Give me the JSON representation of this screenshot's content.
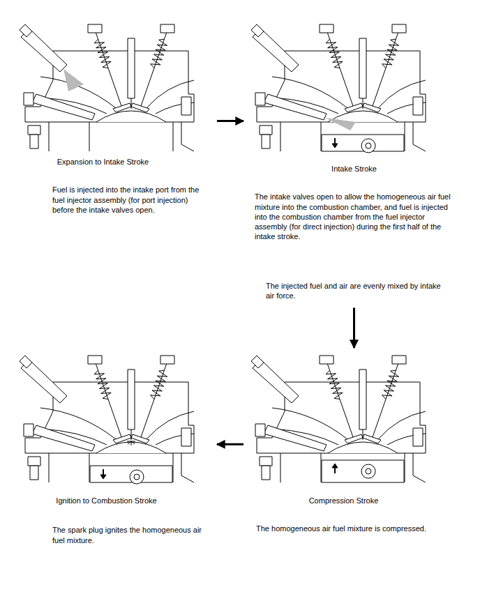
{
  "diagram": {
    "nodes": [
      {
        "text": [
          "Expansion to Intake Stroke",
          "Fuel is injected into the intake port from the fuel injector assembly (for port injection) before the intake valves open."
        ]
      },
      {
        "text": [
          "Intake Stroke",
          "The intake valves open to allow the homogeneous air fuel mixture into the combustion chamber, and fuel is injected into the combustion chamber from the fuel injector assembly (for direct injection) during the first half of the intake stroke.",
          "The injected fuel and air are evenly mixed by intake air force."
        ]
      },
      {
        "text": [
          "Ignition to Combustion Stroke",
          "The spark plug ignites the homogeneous air fuel mixture."
        ]
      },
      {
        "text": [
          "Compression Stroke",
          "The homogeneous air fuel mixture is compressed."
        ]
      }
    ],
    "edges": [
      {
        "from": 0,
        "to": 1,
        "arrow": "to"
      },
      {
        "from": 1,
        "to": 3,
        "arrow": "to"
      },
      {
        "from": 3,
        "to": 2,
        "arrow": "to"
      }
    ]
  }
}
